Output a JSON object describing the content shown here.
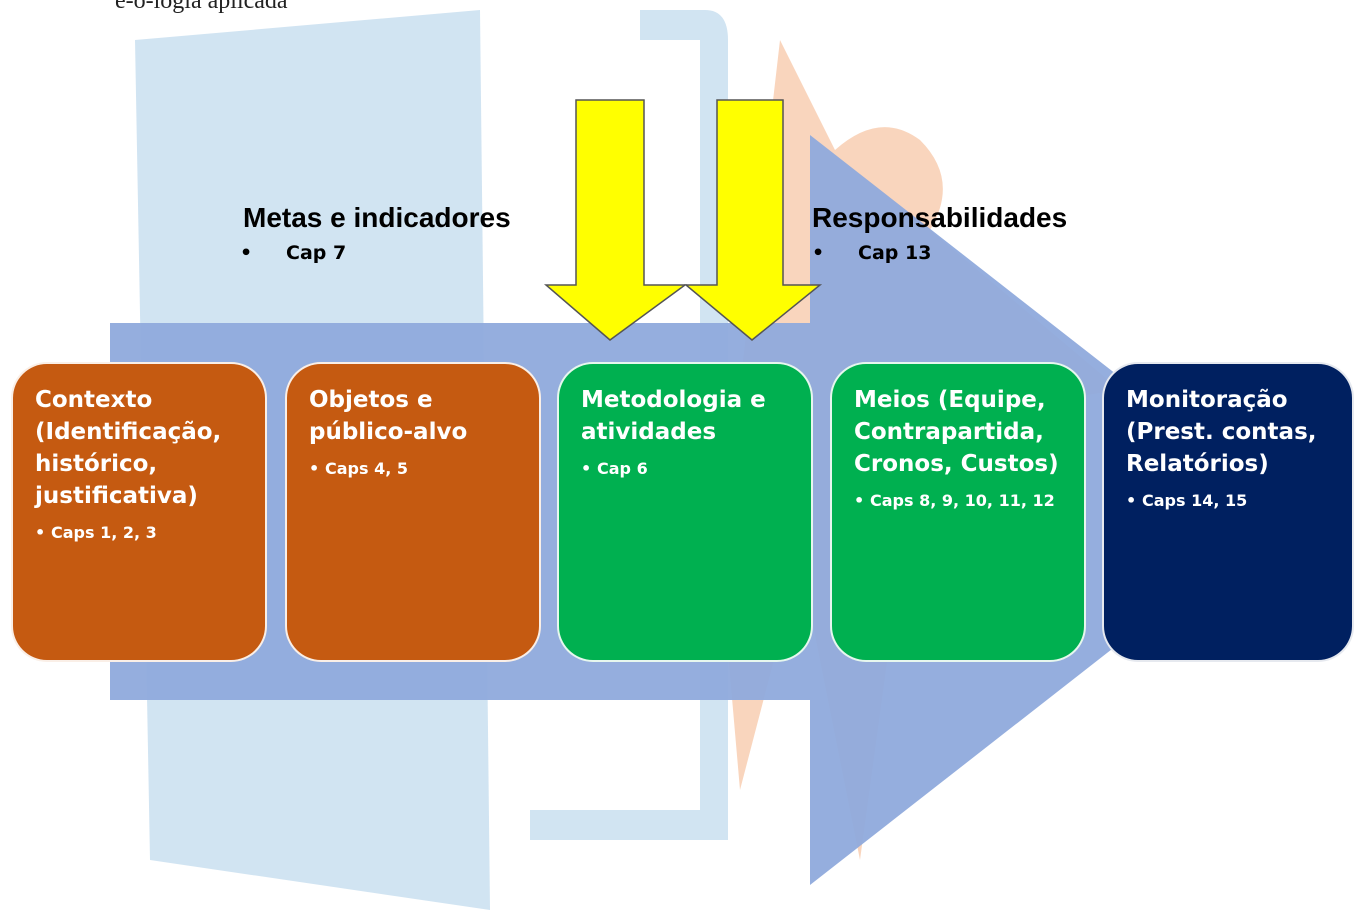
{
  "top_text": "e-o-logia aplicada",
  "labels": {
    "metas": {
      "title": "Metas e indicadores",
      "bullet": "Cap 7"
    },
    "responsabilidades": {
      "title": "Responsabilidades",
      "bullet": "Cap 13"
    }
  },
  "steps": [
    {
      "title": "Contexto (Identificação, histórico, justificativa)",
      "caps": "Caps 1, 2, 3",
      "color": "#c55a11"
    },
    {
      "title": "Objetos e público-alvo",
      "caps": "Caps 4, 5",
      "color": "#c55a11"
    },
    {
      "title": "Metodologia e atividades",
      "caps": "Cap 6",
      "color": "#00b050"
    },
    {
      "title": "Meios (Equipe, Contrapartida, Cronos, Custos)",
      "caps": "Caps 8, 9, 10, 11, 12",
      "color": "#00b050"
    },
    {
      "title": "Monitoração (Prest. contas, Relatórios)",
      "caps": "Caps 14, 15",
      "color": "#002060"
    }
  ],
  "colors": {
    "arrow": "#8faadc",
    "yellow_arrow": "#ffff00",
    "watermark_blue": "#c9dff0",
    "watermark_orange": "#f8cbad"
  }
}
